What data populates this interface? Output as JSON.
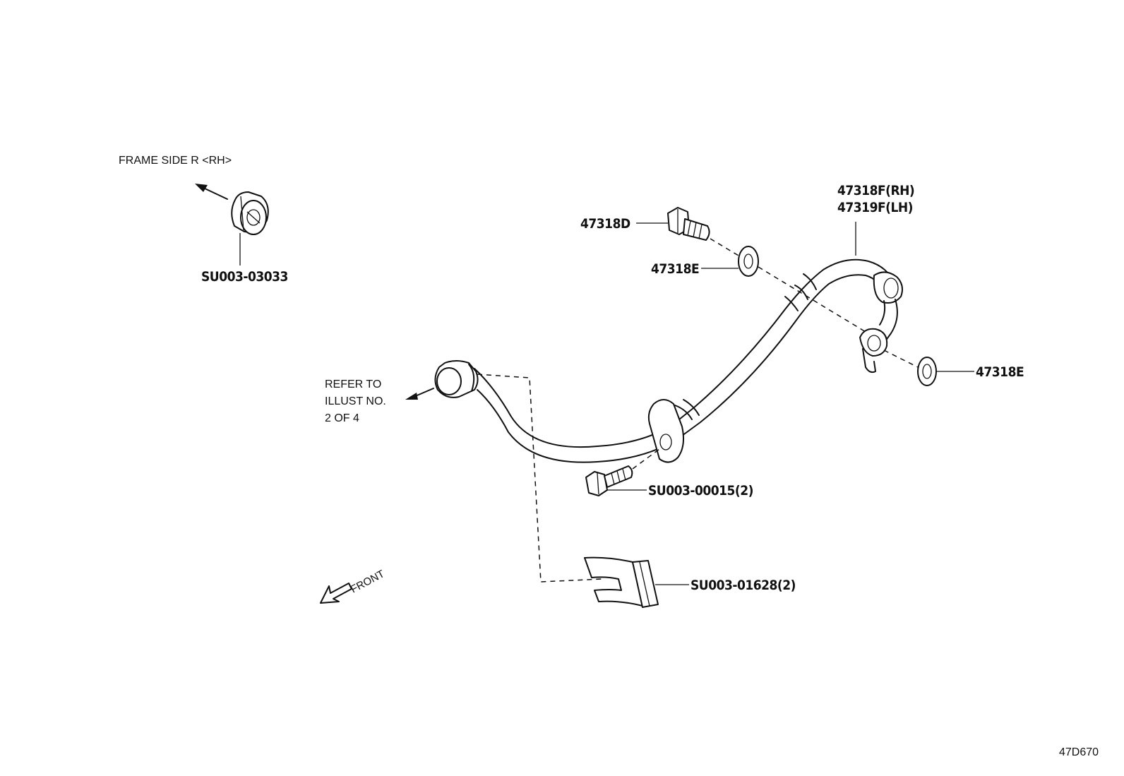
{
  "labels": {
    "frame_side": "FRAME SIDE R <RH>",
    "nut_part": "SU003-03033",
    "refer_line1": "REFER TO",
    "refer_line2": "ILLUST NO.",
    "refer_line3": "2 OF 4",
    "front": "FRONT",
    "union_bolt": "47318D",
    "gasket_upper": "47318E",
    "gasket_right": "47318E",
    "hose_rh": "47318F(RH)",
    "hose_lh": "47319F(LH)",
    "bracket_bolt": "SU003-00015(2)",
    "clip": "SU003-01628(2)",
    "illustration_code": "47D670"
  }
}
